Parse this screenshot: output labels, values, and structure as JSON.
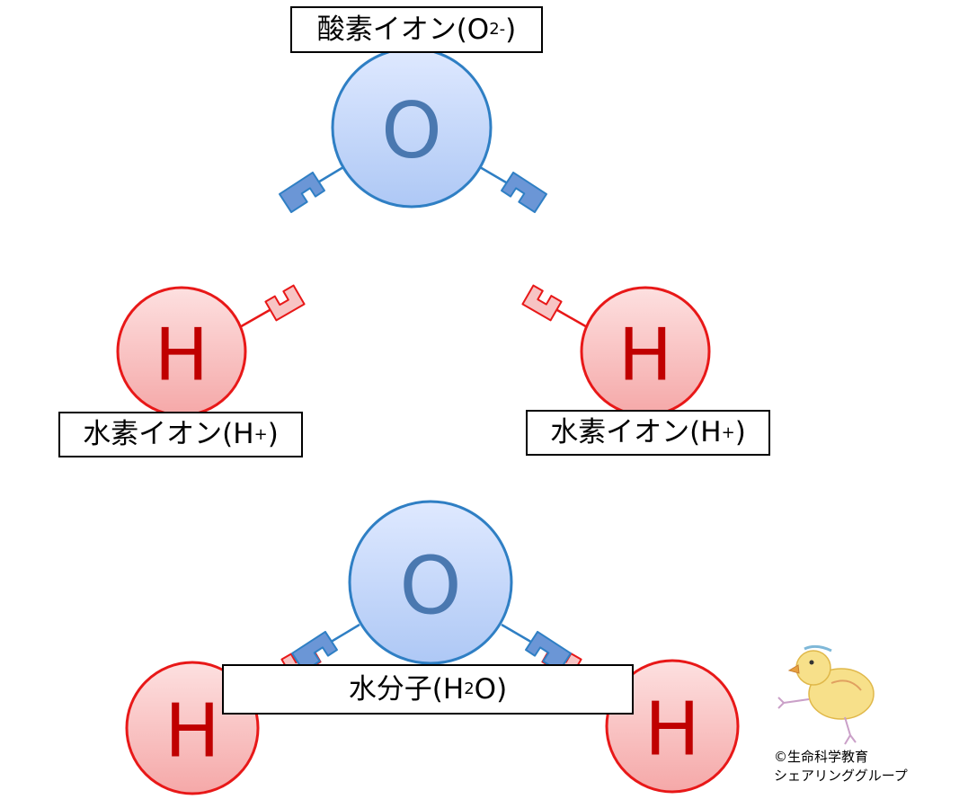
{
  "atoms": {
    "oxygen_symbol": "O",
    "hydrogen_symbol": "H"
  },
  "labels": {
    "oxide_ion": {
      "prefix": "酸素イオン(O",
      "sup": "2-",
      "suffix": ")"
    },
    "hydrogen_ion_left": {
      "prefix": "水素イオン(H",
      "sup": "+",
      "suffix": ")"
    },
    "hydrogen_ion_right": {
      "prefix": "水素イオン(H",
      "sup": "+",
      "suffix": ")"
    },
    "water_molecule": {
      "prefix": "水分子(H",
      "sub": "2",
      "suffix": "O)"
    }
  },
  "credit": {
    "line1": "©生命科学教育",
    "line2": "シェアリンググループ"
  },
  "colors": {
    "oxygen_fill_top": "#dfe9ff",
    "oxygen_fill_bottom": "#aec8f5",
    "oxygen_stroke": "#2f7fc4",
    "oxygen_text": "#4a78b0",
    "oxygen_bond": "#6b96d6",
    "hydrogen_fill_top": "#fde0e0",
    "hydrogen_fill_bottom": "#f5a8a8",
    "hydrogen_stroke": "#e81818",
    "hydrogen_text": "#c00000",
    "hydrogen_bond": "#f7c4c4"
  }
}
